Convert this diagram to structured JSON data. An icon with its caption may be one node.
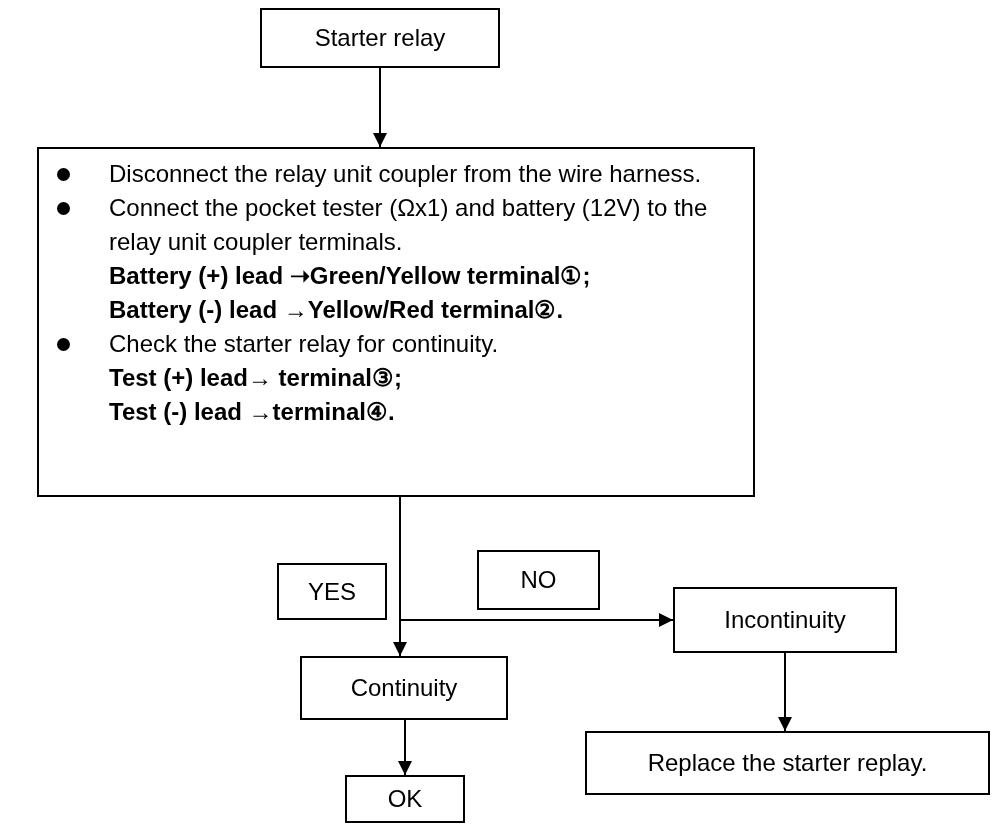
{
  "diagram": {
    "nodes": [
      {
        "text": [
          "Starter relay"
        ]
      },
      {
        "text": [
          "Disconnect the relay unit coupler from the wire harness.",
          "Connect the pocket tester (Ωx1) and battery (12V) to the relay unit coupler terminals.",
          "Battery (+) lead ➝Green/Yellow terminal①;",
          "Battery (-) lead →Yellow/Red terminal②.",
          "Check the starter relay for continuity.",
          "Test (+) lead→ terminal③;",
          "Test (-) lead →terminal④."
        ]
      },
      {
        "text": [
          "YES"
        ]
      },
      {
        "text": [
          "NO"
        ]
      },
      {
        "text": [
          "Incontinuity"
        ]
      },
      {
        "text": [
          "Continuity"
        ]
      },
      {
        "text": [
          "Replace the starter replay."
        ]
      },
      {
        "text": [
          "OK"
        ]
      }
    ],
    "edges": [
      {
        "from": 0,
        "to": 1,
        "arrow": "to"
      },
      {
        "from": 1,
        "to": 5,
        "arrow": "to"
      },
      {
        "from": 1,
        "to": 4,
        "arrow": "to"
      },
      {
        "from": 5,
        "to": 7,
        "arrow": "to"
      },
      {
        "from": 4,
        "to": 6,
        "arrow": "to"
      }
    ]
  }
}
